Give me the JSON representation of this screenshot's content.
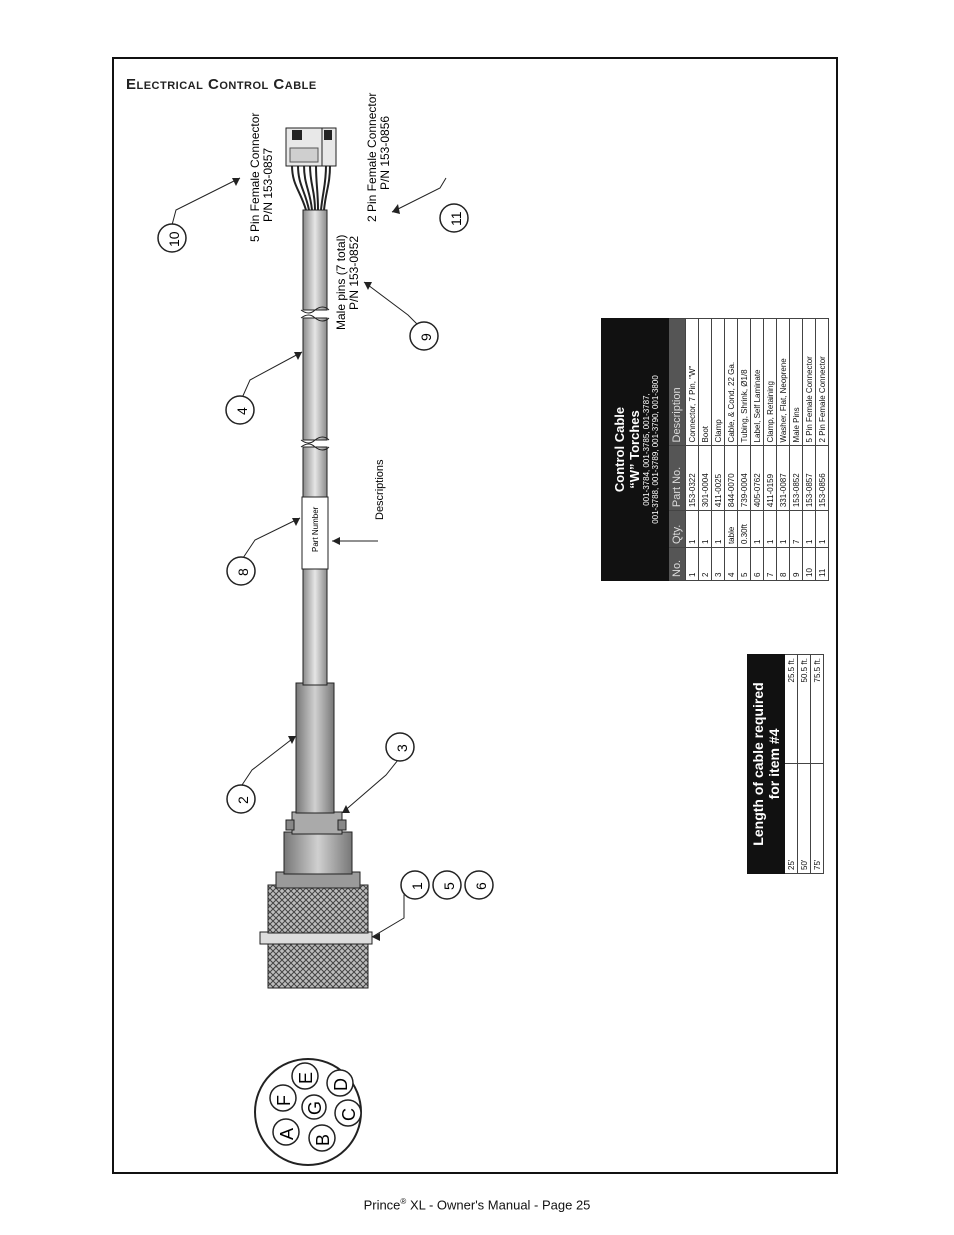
{
  "page": {
    "section_title": "Electrical Control Cable",
    "footer_pre": "Prince",
    "footer_reg": "®",
    "footer_post": " XL - Owner's Manual  -  Page 25"
  },
  "diagram": {
    "connector_letters": [
      "A",
      "B",
      "C",
      "D",
      "E",
      "F",
      "G"
    ],
    "callouts": [
      "1",
      "2",
      "3",
      "4",
      "5",
      "6",
      "8",
      "9",
      "10",
      "11"
    ],
    "labels": {
      "five_pin_line1": "5 Pin Female Connector",
      "five_pin_line2": "P/N 153-0857",
      "two_pin_line1": "2 Pin Female Connector",
      "two_pin_line2": "P/N 153-0856",
      "male_pins_line1": "Male pins (7 total)",
      "male_pins_line2": "P/N 153-0852",
      "part_number": "Part Number",
      "descriptions": "Descriptions"
    }
  },
  "parts_table": {
    "title1": "Control Cable",
    "title2": "“W” Torches",
    "sub1": "001-3784, 001-3785, 001-3787,",
    "sub2": "001-3788, 001-3789, 001-3790, 001-3800",
    "headers": [
      "No.",
      "Qty.",
      "Part No.",
      "Description"
    ],
    "rows": [
      [
        "1",
        "1",
        "153-0322",
        "Connector, 7 Pin, \"W\""
      ],
      [
        "2",
        "1",
        "301-0004",
        "Boot"
      ],
      [
        "3",
        "1",
        "411-0025",
        "Clamp"
      ],
      [
        "4",
        "table",
        "844-0070",
        "Cable, & Cond, 22 Ga."
      ],
      [
        "5",
        "0.30ft",
        "739-0004",
        "Tubing, Shrink, Ø1/8"
      ],
      [
        "6",
        "1",
        "405-0762",
        "Label, Self Laminate"
      ],
      [
        "7",
        "1",
        "411-0159",
        "Clamp, Retaining"
      ],
      [
        "8",
        "1",
        "331-0087",
        "Washer, Flat, Neoprene"
      ],
      [
        "9",
        "7",
        "153-0852",
        "Male Pins"
      ],
      [
        "10",
        "1",
        "153-0857",
        "5 Pin Female Connector"
      ],
      [
        "11",
        "1",
        "153-0856",
        "2 Pin Female Connector"
      ]
    ]
  },
  "length_table": {
    "title1": "Length of cable required",
    "title2": "for item #4",
    "rows": [
      [
        "25'",
        "25.5 ft."
      ],
      [
        "50'",
        "50.5 ft."
      ],
      [
        "75'",
        "75.5 ft."
      ]
    ]
  }
}
